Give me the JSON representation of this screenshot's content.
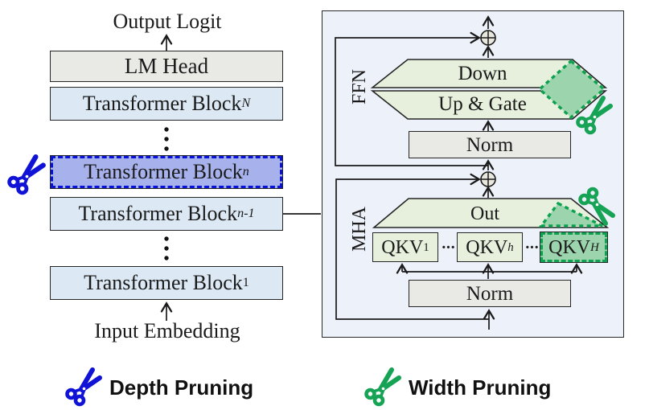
{
  "figure": {
    "left_stack": {
      "output_label": "Output Logit",
      "lm_head_label": "LM Head",
      "blocks": [
        {
          "label": "Transformer Block",
          "sub": "N"
        },
        {
          "label": "Transformer Block",
          "sub": "n"
        },
        {
          "label": "Transformer Block",
          "sub": "n-1"
        },
        {
          "label": "Transformer Block",
          "sub": "1"
        }
      ],
      "input_label": "Input Embedding"
    },
    "panel": {
      "ffn": {
        "section_label": "FFN",
        "down_label": "Down",
        "up_gate_label": "Up & Gate",
        "norm_label": "Norm"
      },
      "mha": {
        "section_label": "MHA",
        "out_label": "Out",
        "norm_label": "Norm",
        "qkv_heads": [
          {
            "base": "QKV",
            "sub": "1"
          },
          {
            "base": "QKV",
            "sub": "h"
          },
          {
            "base": "QKV",
            "sub": "H"
          }
        ],
        "ellipsis": "···"
      }
    },
    "legend": {
      "depth_label": "Depth Pruning",
      "width_label": "Width Pruning"
    },
    "colors": {
      "panel_bg": "#edf1fa",
      "block_blue": "#dce9f5",
      "block_highlight": "#a7b1ec",
      "highlight_dash_blue": "#0712d9",
      "gray_box": "#e9e9e6",
      "green_light": "#e6f0dc",
      "green_pruned": "#9bd4ad",
      "green_dash": "#0ca24f",
      "scissors_blue": "#1013d6",
      "scissors_green": "#17a355",
      "line": "#1a1a1a"
    }
  }
}
